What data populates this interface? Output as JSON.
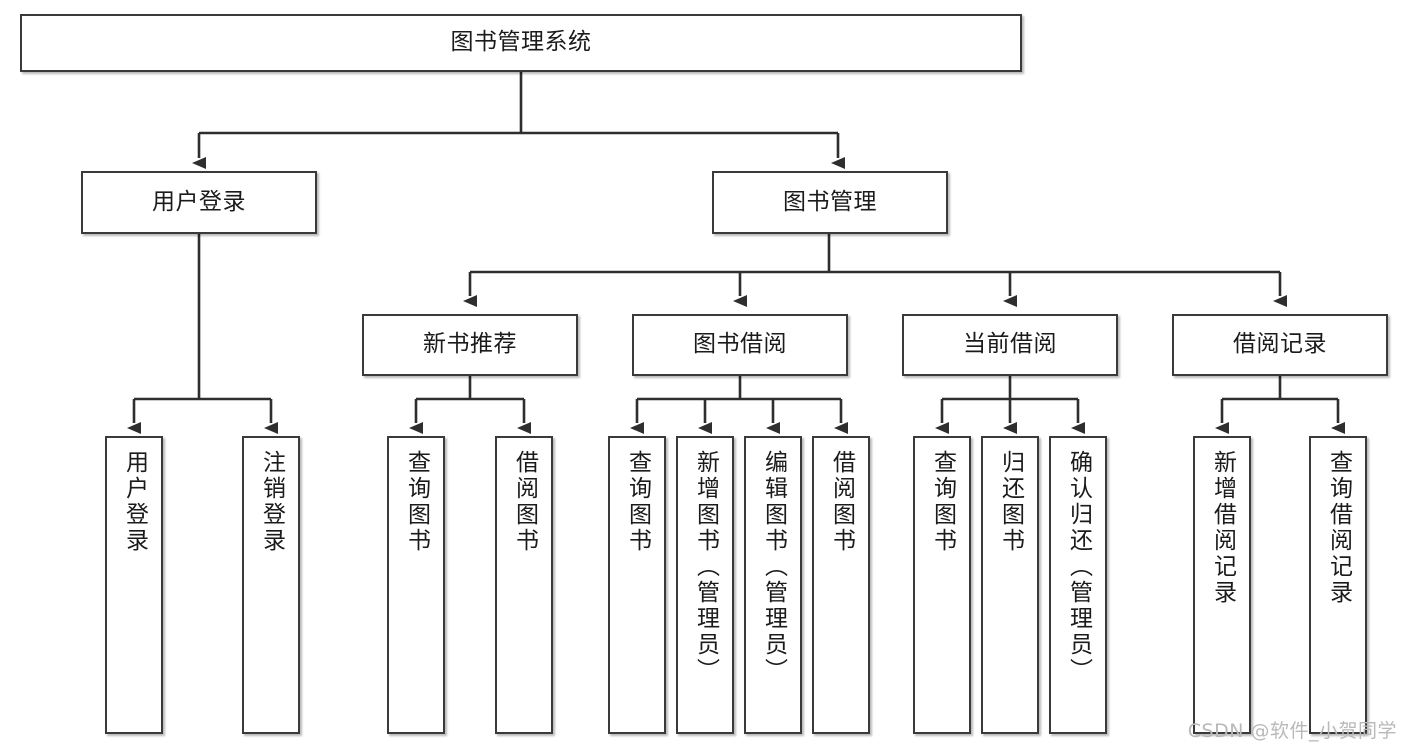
{
  "diagram": {
    "title": "图书管理系统",
    "type": "tree",
    "watermark": "CSDN @软件_小贺同学",
    "colors": {
      "box_border": "#3a3a3a",
      "box_fill": "#ffffff",
      "line": "#2e2e2e",
      "text": "#1b1b1b",
      "watermark": "#b9b9b9",
      "background": "#ffffff"
    },
    "root": {
      "label": "图书管理系统"
    },
    "level2": [
      {
        "label": "用户登录"
      },
      {
        "label": "图书管理"
      }
    ],
    "level3": [
      {
        "label": "新书推荐"
      },
      {
        "label": "图书借阅"
      },
      {
        "label": "当前借阅"
      },
      {
        "label": "借阅记录"
      }
    ],
    "leaves": {
      "user_login": [
        {
          "label": "用户登录"
        },
        {
          "label": "注销登录"
        }
      ],
      "new_book": [
        {
          "label": "查询图书"
        },
        {
          "label": "借阅图书"
        }
      ],
      "book_borrow": [
        {
          "label": "查询图书"
        },
        {
          "label": "新增图书（管理员）"
        },
        {
          "label": "编辑图书（管理员）"
        },
        {
          "label": "借阅图书"
        }
      ],
      "current_borrow": [
        {
          "label": "查询图书"
        },
        {
          "label": "归还图书"
        },
        {
          "label": "确认归还（管理员）"
        }
      ],
      "borrow_record": [
        {
          "label": "新增借阅记录"
        },
        {
          "label": "查询借阅记录"
        }
      ]
    }
  }
}
